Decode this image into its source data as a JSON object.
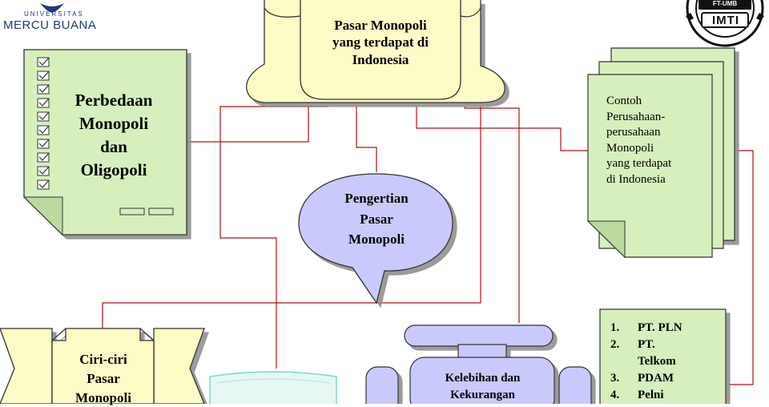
{
  "logo_left": {
    "top": "UNIVERSITAS",
    "name": "MERCU BUANA"
  },
  "logo_right": {
    "fac": "FT-UMB",
    "name": "IMTI"
  },
  "nodes": {
    "center_top": "Pasar Monopoli\nyang terdapat  di\nIndonesia",
    "left_doc": "Perbedaan\nMonopoli\ndan\nOligopoli",
    "right_doc": "Contoh\nPerusahaan-\nperusahaan\nMonopoli\nyang terdapat\ndi Indonesia",
    "bubble": "Pengertian\nPasar\nMonopoli",
    "bottom_left": "Ciri-ciri\nPasar\nMonopoli",
    "bottom_center": "Kelebihan dan\nKekurangan"
  },
  "companies": [
    {
      "num": "1.",
      "text": "PT. PLN"
    },
    {
      "num": "2.",
      "text": "PT."
    },
    {
      "num": "",
      "text": "Telkom"
    },
    {
      "num": "3.",
      "text": "PDAM"
    },
    {
      "num": "4.",
      "text": "Pelni"
    }
  ],
  "colors": {
    "scroll_fill": "#fdfcc6",
    "doc_fill": "#d7efbc",
    "bubble_fill": "#c9c9fb",
    "connector": "#b01010",
    "shadow": "#8a8a8a",
    "logo": "#1f3a7a"
  }
}
